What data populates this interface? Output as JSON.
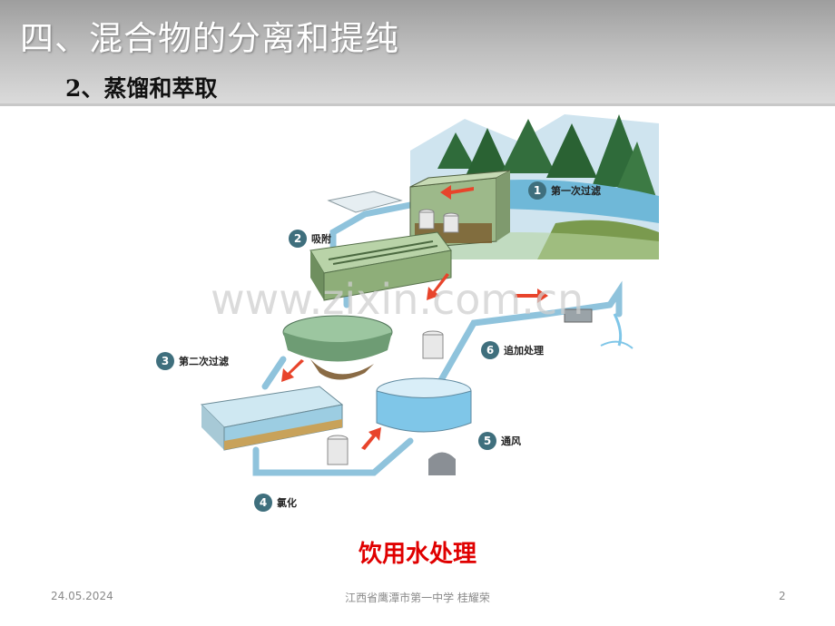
{
  "slide": {
    "title": "四、混合物的分离和提纯",
    "subtitle": "2、蒸馏和萃取",
    "caption": "饮用水处理"
  },
  "figure": {
    "watermark": "www.zixin.com.cn",
    "steps": [
      {
        "num": "1",
        "label": "第一次过滤"
      },
      {
        "num": "2",
        "label": "吸附"
      },
      {
        "num": "3",
        "label": "第二次过滤"
      },
      {
        "num": "4",
        "label": "氯化"
      },
      {
        "num": "5",
        "label": "通风"
      },
      {
        "num": "6",
        "label": "追加处理"
      }
    ]
  },
  "footer": {
    "date": "24.05.2024",
    "school": "江西省鹰潭市第一中学 桂耀荣",
    "page": "2"
  },
  "colors": {
    "caption": "#e00000",
    "step_badge": "#3f6f7d",
    "arrow": "#e8442b",
    "water": "#7fc6e8"
  }
}
